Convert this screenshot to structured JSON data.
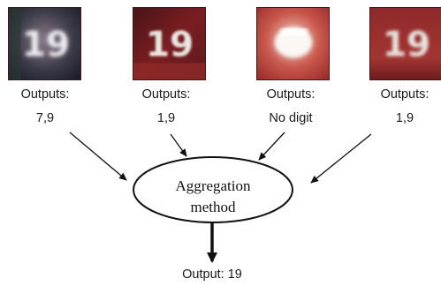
{
  "inputs": [
    {
      "outputs_label": "Outputs:",
      "value": "7,9",
      "image_content": "19"
    },
    {
      "outputs_label": "Outputs:",
      "value": "1,9",
      "image_content": "19"
    },
    {
      "outputs_label": "Outputs:",
      "value": "No digit",
      "image_content": ""
    },
    {
      "outputs_label": "Outputs:",
      "value": "1,9",
      "image_content": "19"
    }
  ],
  "aggregation": {
    "line1": "Aggregation",
    "line2": "method"
  },
  "final_output": "Output: 19",
  "colors": {
    "thumb_bg_1": "#3b3a48",
    "thumb_bg_2": "#7a1e22",
    "thumb_bg_3": "#b3403a",
    "thumb_bg_4": "#8e2a2a",
    "digit": "#f4f2ee",
    "arrow": "#111111"
  }
}
